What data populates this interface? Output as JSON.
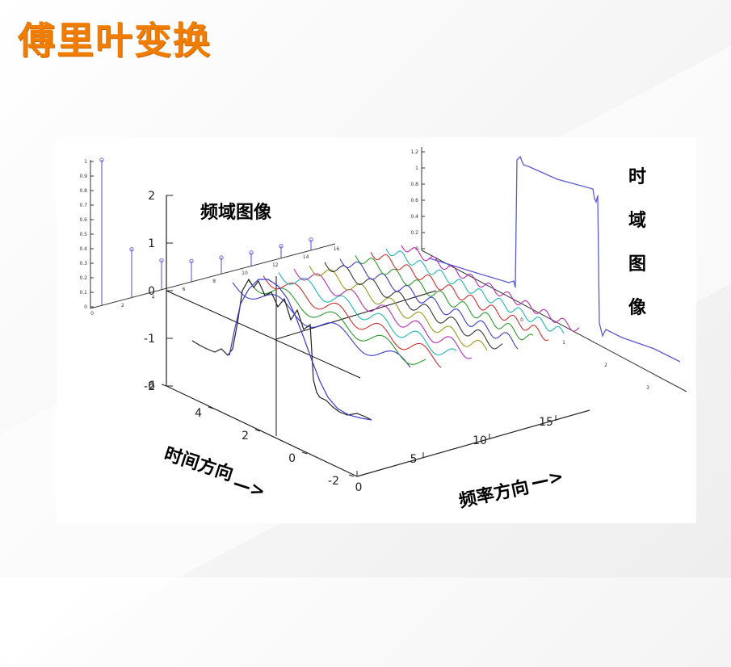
{
  "slide": {
    "title": "傅里叶变换"
  },
  "figure": {
    "labels": {
      "frequency_image": "频域图像",
      "time_image": [
        "时",
        "域",
        "图",
        "像"
      ],
      "time_axis": "时间方向",
      "time_arrow": "—>",
      "frequency_axis": "频率方向",
      "frequency_arrow": "—>"
    },
    "z_ticks": [
      "2",
      "1",
      "0",
      "-1",
      "-2"
    ],
    "time_ticks": [
      "6",
      "4",
      "2",
      "0",
      "-2"
    ],
    "frequency_ticks": [
      "0",
      "5",
      "10",
      "15"
    ],
    "spectrum_ticks": [
      "0",
      "2",
      "4",
      "6",
      "8",
      "10",
      "12",
      "14",
      "16"
    ],
    "spectrum_y_ticks": [
      "1",
      "0.9",
      "0.8",
      "0.7",
      "0.6",
      "0.5",
      "0.4",
      "0.3",
      "0.2",
      "0.1",
      "0"
    ],
    "square_wave_x_ticks": [
      "0",
      "1",
      "2",
      "3"
    ],
    "square_wave_y_ticks": [
      "1.2",
      "1",
      "0.8",
      "0.6",
      "0.4",
      "0.2",
      "0"
    ],
    "harmonic_colors": [
      "#3b3bd0",
      "#2e9a2e",
      "#d03030",
      "#22b5b5",
      "#b52eb5",
      "#9a9a22",
      "#333333"
    ],
    "spectrum_stem_color": "#6b6bdc",
    "square_wave_color": "#5a5ad0"
  }
}
